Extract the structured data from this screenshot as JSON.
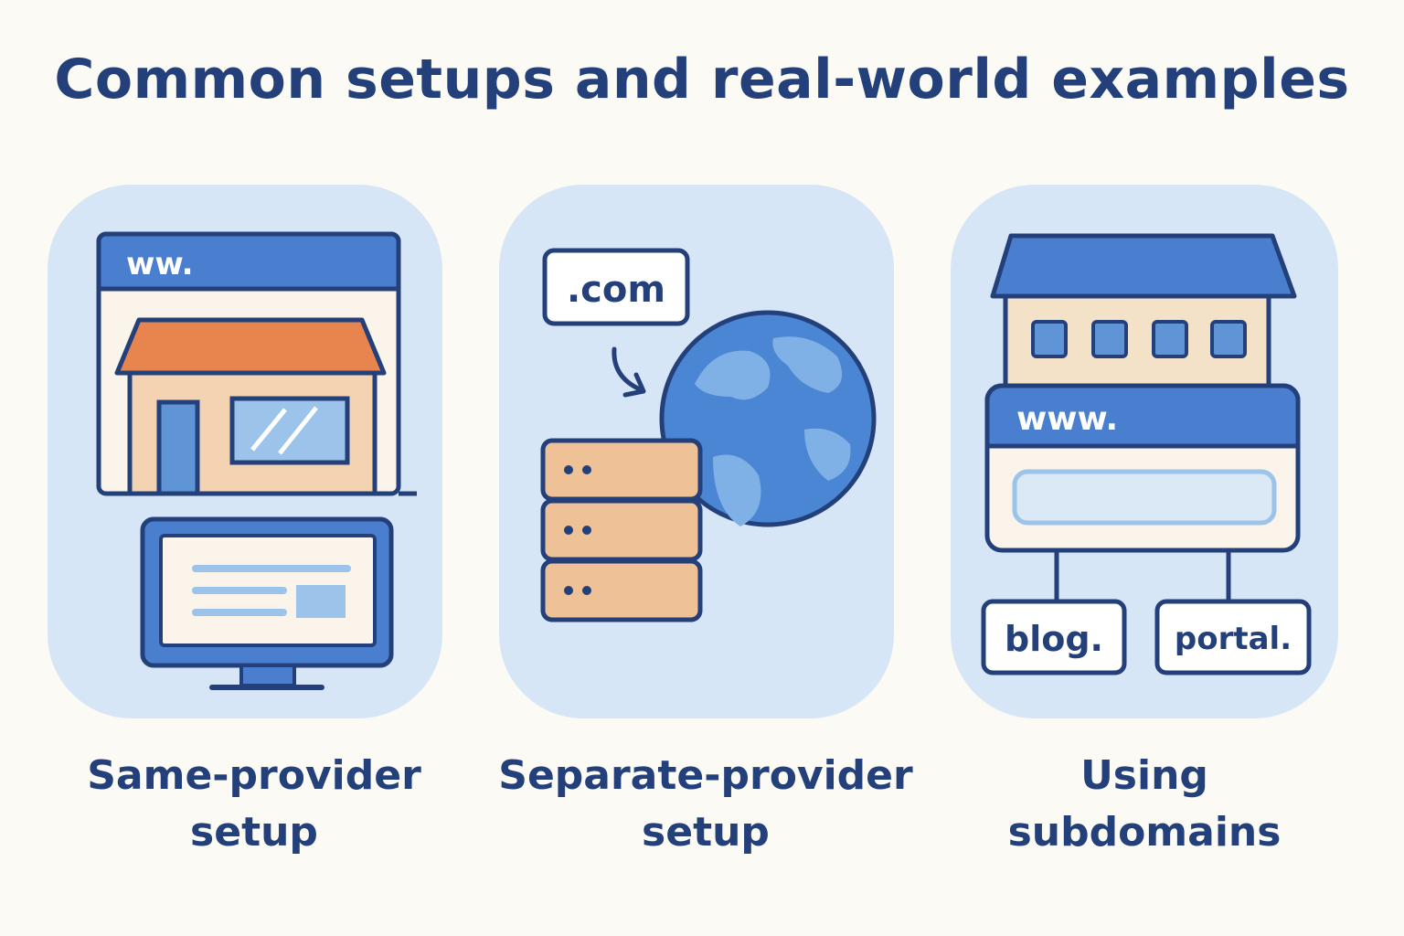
{
  "title": "Common setups and real-world examples",
  "panels": [
    {
      "caption_line1": "Same-provider",
      "caption_line2": "setup",
      "browser_bar_text": "ww."
    },
    {
      "caption_line1": "Separate-provider",
      "caption_line2": "setup",
      "domain_label": ".com"
    },
    {
      "caption_line1": "Using",
      "caption_line2": "subdomains",
      "browser_bar_text": "www.",
      "subdomains": [
        "blog.",
        "portal."
      ]
    }
  ],
  "colors": {
    "navy": "#24407a",
    "accent_blue": "#4a7fd0",
    "panel_bg": "#d6e6f6",
    "orange_roof": "#e8844e",
    "server_tan": "#eec196"
  }
}
